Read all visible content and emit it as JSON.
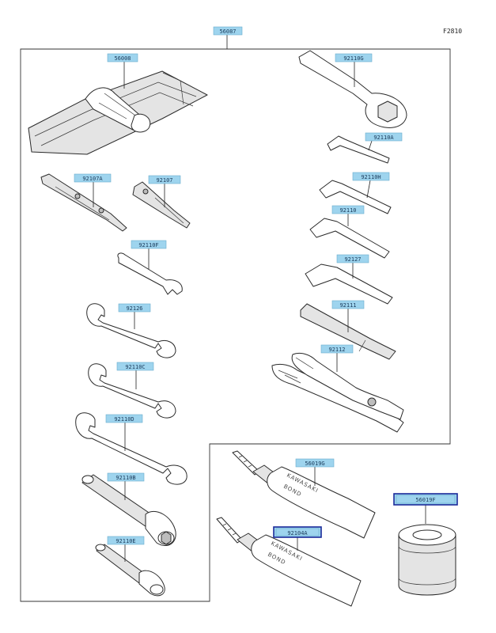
{
  "figure_code": "F2810",
  "callouts": {
    "kit": "56087",
    "pouch": "56008",
    "box_wrench": "92110G",
    "hex_a": "92110A",
    "hex_h": "92110H",
    "hex_d": "92110",
    "hex_127": "92127",
    "handle": "92111",
    "pliers": "92112",
    "driver_a": "92107A",
    "driver": "92107",
    "flat_f": "92110F",
    "wrench_126": "92126",
    "wrench_c": "92110C",
    "wrench_d": "92110D",
    "socket_b": "92110B",
    "socket_e": "92110E",
    "tube_g": "56019G",
    "tube_a": "92104A",
    "oil_filter": "56019F"
  },
  "tube_text": {
    "brand": "KAWASAKI",
    "product": "BOND"
  },
  "colors": {
    "label_fill": "#9ed4ee",
    "label_highlight": "#1a2a9a",
    "line": "#222222"
  }
}
